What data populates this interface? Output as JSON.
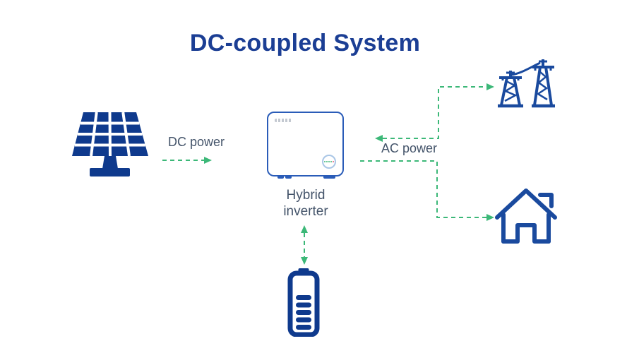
{
  "title": "DC-coupled System",
  "labels": {
    "dc_power": "DC power",
    "ac_power": "AC power",
    "inverter": "Hybrid inverter"
  },
  "diagram": {
    "type": "energy-flow",
    "nodes": [
      "solar-panel",
      "hybrid-inverter",
      "battery",
      "grid-tower",
      "house"
    ],
    "edges": [
      {
        "from": "solar-panel",
        "to": "hybrid-inverter",
        "label": "DC power",
        "style": "dashed-green-arrow",
        "direction": "one-way"
      },
      {
        "from": "hybrid-inverter",
        "to": "battery",
        "label": "",
        "style": "dashed-green-arrow",
        "direction": "two-way"
      },
      {
        "from": "grid-tower",
        "to": "hybrid-inverter",
        "label": "AC power",
        "style": "dashed-green-arrow",
        "direction": "two-way"
      },
      {
        "from": "hybrid-inverter",
        "to": "house",
        "label": "AC power",
        "style": "dashed-green-arrow",
        "direction": "one-way"
      }
    ]
  },
  "icons": {
    "solar_panel": "solar-panel-icon",
    "inverter_logo": "brand-logo-mark",
    "inverter_led": "led-indicator-icon",
    "battery": "battery-icon",
    "grid": "transmission-tower-icon",
    "house": "house-icon"
  },
  "colors": {
    "background": "#ffffff",
    "title_blue": "#1b3e94",
    "navy": "#0f3a8d",
    "outline_blue": "#1a4a9e",
    "inverter_blue": "#2a5cb8",
    "led_ring": "#a9c6e6",
    "green": "#3cb878",
    "led_red": "#e0607a",
    "label_text": "#44546a",
    "logo_gray": "#b8bec8"
  }
}
